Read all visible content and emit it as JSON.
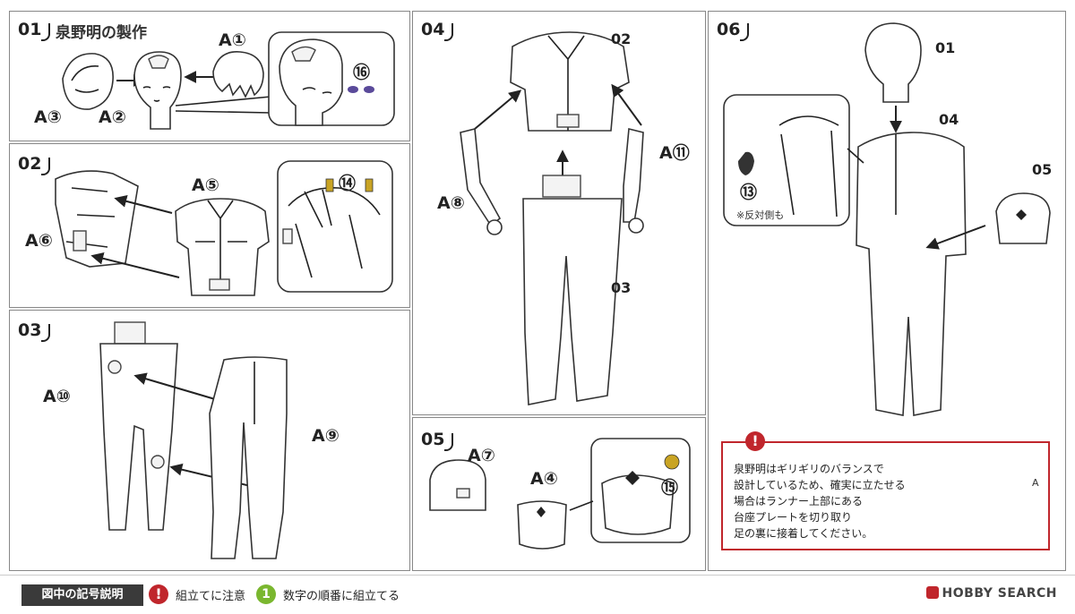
{
  "title": "泉野明の製作",
  "steps": {
    "s01": "01",
    "s02": "02",
    "s03": "03",
    "s04": "04",
    "s05": "05",
    "s06": "06"
  },
  "panel01": {
    "a1": "A①",
    "a2": "A②",
    "a3": "A③",
    "n16": "⑯"
  },
  "panel02": {
    "a5": "A⑤",
    "a6": "A⑥",
    "n14": "⑭"
  },
  "panel03": {
    "a9": "A⑨",
    "a10": "A⑩"
  },
  "panel04": {
    "ref02": "02",
    "ref03": "03",
    "a8": "A⑧",
    "a11": "A⑪"
  },
  "panel05": {
    "a4": "A④",
    "a7": "A⑦",
    "n15": "⑮"
  },
  "panel06": {
    "ref01": "01",
    "ref04": "04",
    "ref05": "05",
    "n13": "⑬",
    "reverse_note": "※反対側も"
  },
  "note": {
    "lines": [
      "泉野明はギリギリのバランスで",
      "設計しているため、確実に立たせる",
      "場合はランナー上部にある",
      "台座プレートを切り取り",
      "足の裏に接着してください。"
    ],
    "runner_mark": "A"
  },
  "legend": {
    "heading": "図中の記号説明",
    "caution_symbol": "!",
    "caution_label": "組立てに注意",
    "order_symbol": "1",
    "order_label": "数字の順番に組立てる"
  },
  "brand": "HOBBY SEARCH",
  "colors": {
    "warning": "#c0262c",
    "order": "#7ab72f",
    "legend_bg": "#3a3a3a"
  }
}
